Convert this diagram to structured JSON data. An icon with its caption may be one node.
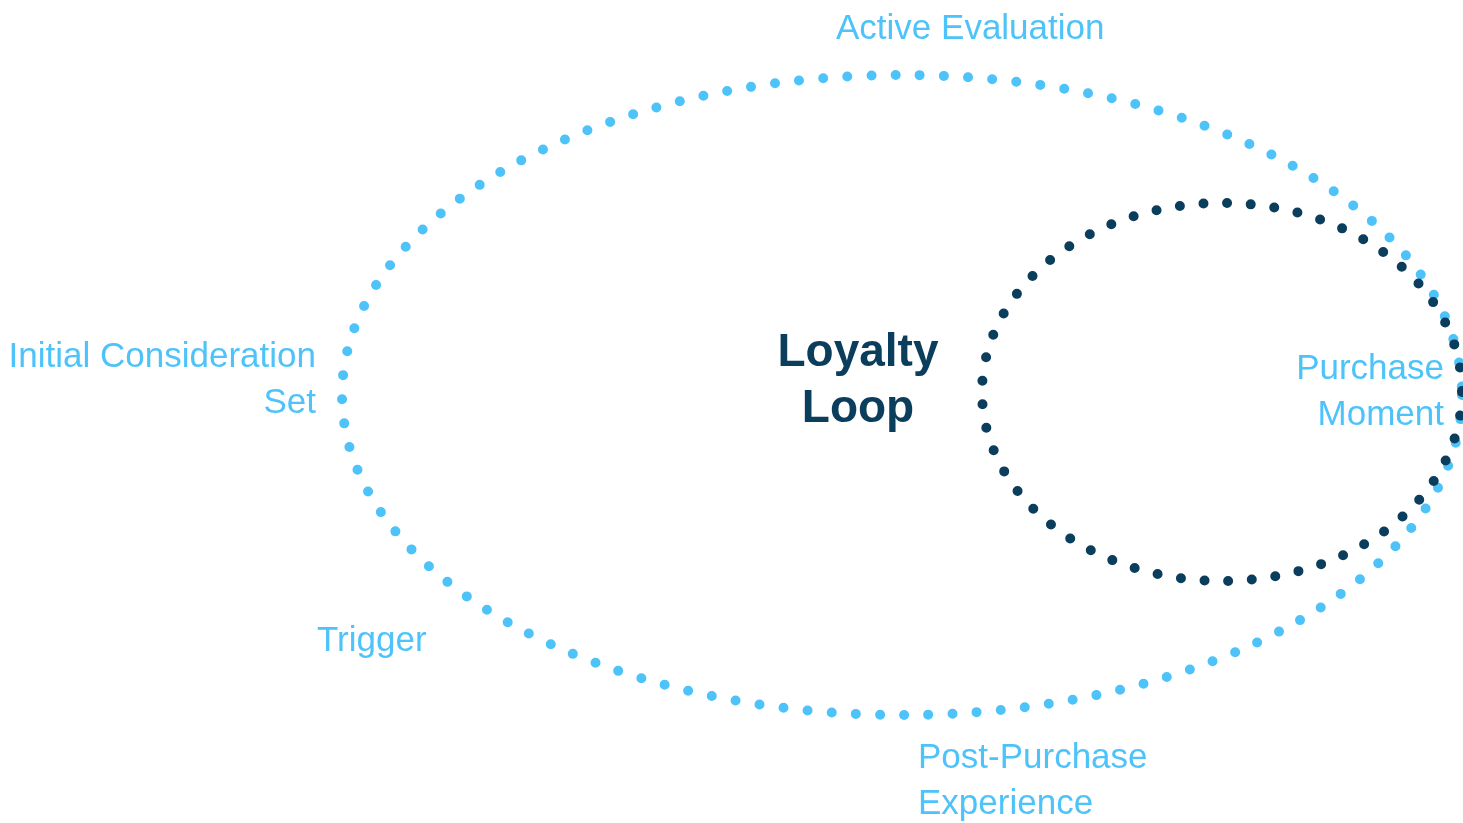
{
  "diagram": {
    "labels": [
      "Active Evaluation",
      "Initial Consideration Set",
      "Purchase Moment",
      "Loyalty Loop",
      "Trigger",
      "Post-Purchase Experience"
    ]
  }
}
